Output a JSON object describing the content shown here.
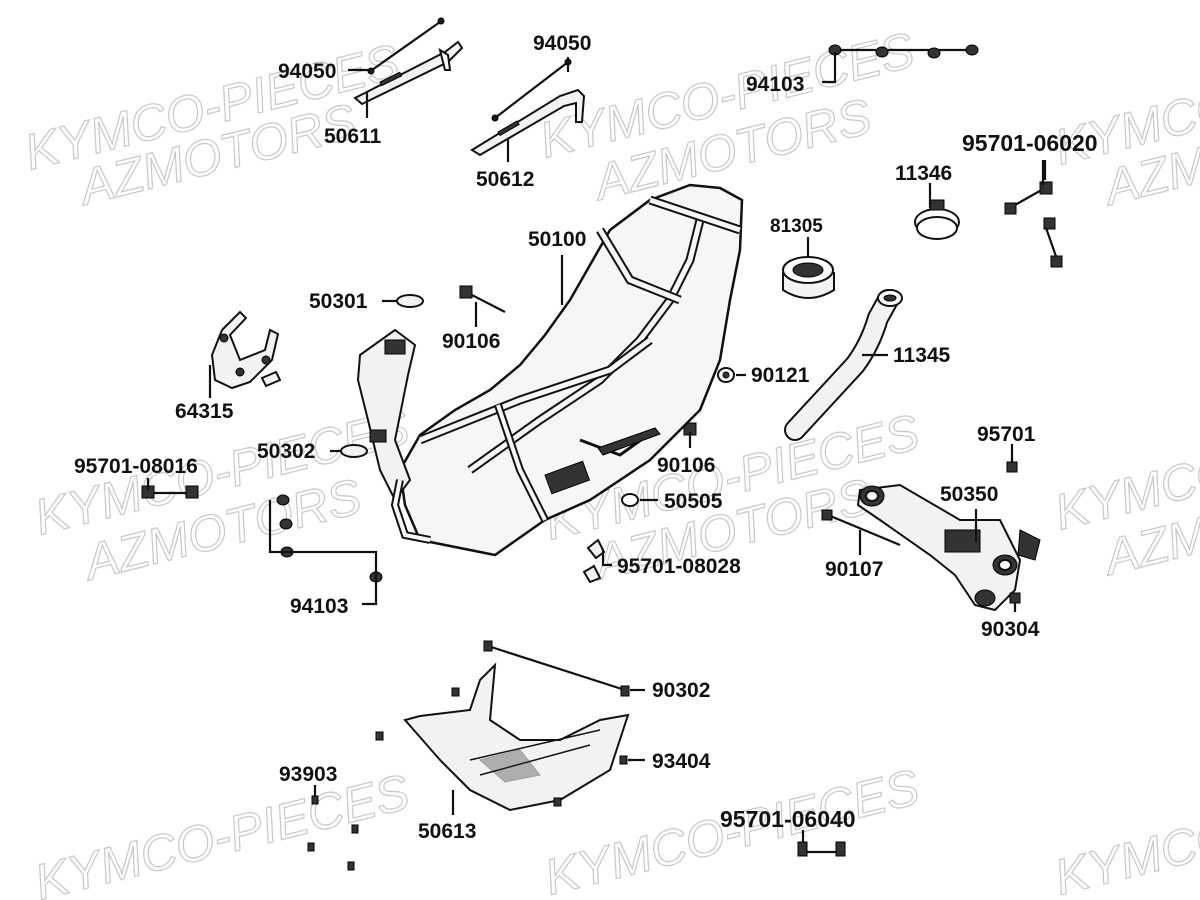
{
  "watermarks": {
    "kymco": "KYMCO-PIECES",
    "azm": "AZMOTORS"
  },
  "parts": {
    "p94050a": "94050",
    "p50611": "50611",
    "p94050b": "94050",
    "p50612": "50612",
    "p94103a": "94103",
    "p95701_06020": "95701-06020",
    "p11346": "11346",
    "p81305": "81305",
    "p50100": "50100",
    "p50301": "50301",
    "p90106a": "90106",
    "p64315": "64315",
    "p90121": "90121",
    "p11345": "11345",
    "p50302": "50302",
    "p90106b": "90106",
    "p95701": "95701",
    "p95701_08016": "95701-08016",
    "p50350": "50350",
    "p50505": "50505",
    "p94103b": "94103",
    "p95701_08028": "95701-08028",
    "p90107": "90107",
    "p90304": "90304",
    "p90302": "90302",
    "p93404": "93404",
    "p93903": "93903",
    "p50613": "50613",
    "p95701_06040": "95701-06040"
  }
}
